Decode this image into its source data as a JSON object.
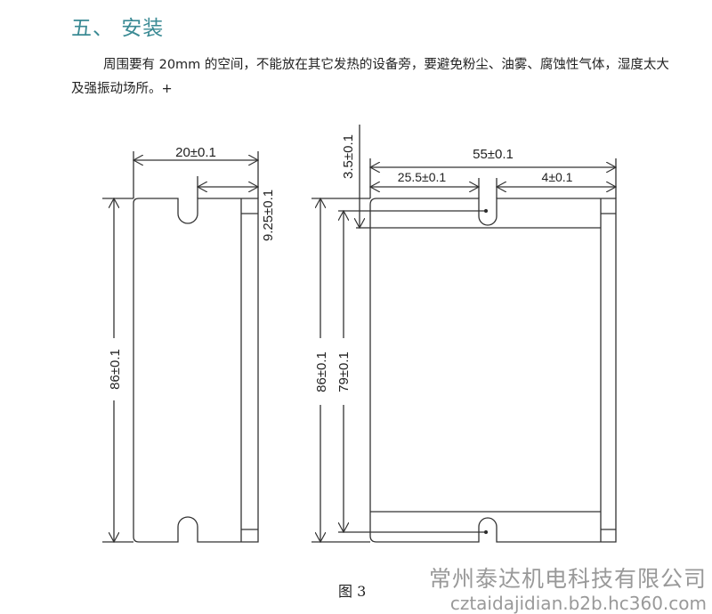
{
  "section": {
    "title": "五、 安装",
    "paragraph": "周围要有 20mm 的空间，不能放在其它发热的设备旁，要避免粉尘、油雾、腐蚀性气体，湿度太大及强振动场所。+"
  },
  "figure": {
    "caption": "图 3",
    "dims": {
      "left_width": "20±0.1",
      "left_slot": "9.25±0.1",
      "left_height": "86±0.1",
      "right_width": "55±0.1",
      "right_slot_offset": "25.5±0.1",
      "right_edge": "4±0.1",
      "right_top": "3.5±0.1",
      "right_height": "86±0.1",
      "right_hole_pitch": "79±0.1"
    }
  },
  "watermark": {
    "company": "常州泰达机电科技有限公司",
    "url": "cztaidajidian.b2b.hc360.com"
  }
}
